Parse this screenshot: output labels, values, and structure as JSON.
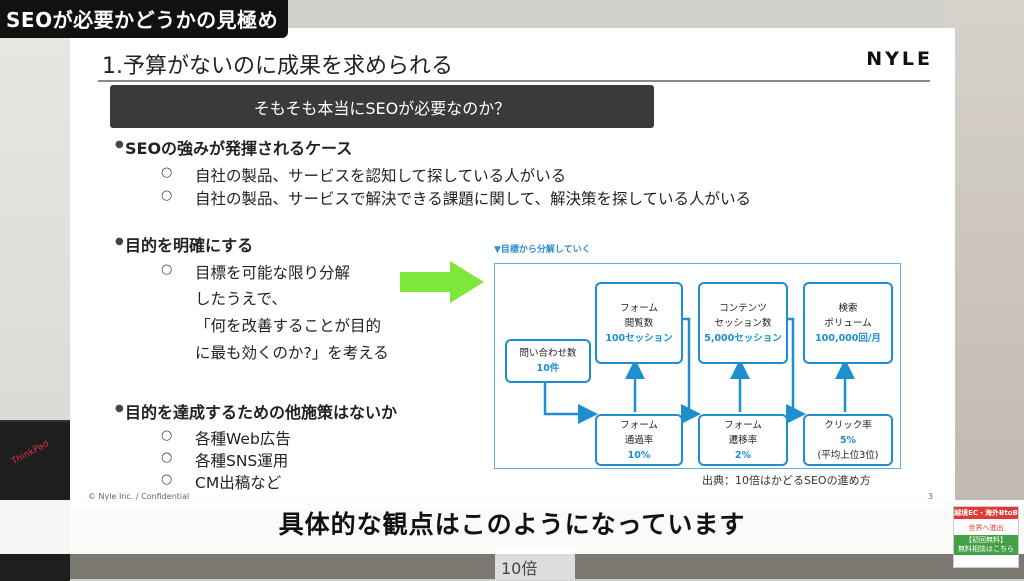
{
  "video": {
    "corner_title": "SEOが必要かどうかの見極め",
    "subtitle": "具体的な観点はこのようになっています"
  },
  "slide": {
    "title": "1.予算がないのに成果を求められる",
    "logo": "NYLE",
    "question": "そもそも本当にSEOが必要なのか？",
    "sections": [
      {
        "heading": "SEOの強みが発揮されるケース",
        "items": [
          "自社の製品、サービスを認知して探している人がいる",
          "自社の製品、サービスで解決できる課題に関して、解決策を探している人がいる"
        ]
      },
      {
        "heading": "目的を明確にする",
        "item_lines": [
          "目標を可能な限り分解",
          "したうえで、",
          "「何を改善することが目的",
          "に最も効くのか?」を考える"
        ]
      },
      {
        "heading": "目的を達成するための他施策はないか",
        "items": [
          "各種Web広告",
          "各種SNS運用",
          "CM出稿など"
        ]
      }
    ],
    "diagram": {
      "caption": "▼目標から分解していく",
      "nodes": [
        {
          "label": "問い合わせ数",
          "value": "10件"
        },
        {
          "label": "フォーム\n閲覧数",
          "value": "100セッション"
        },
        {
          "label": "フォーム\n通過率",
          "value": "10%"
        },
        {
          "label": "コンテンツ\nセッション数",
          "value": "5,000セッション"
        },
        {
          "label": "フォーム\n遷移率",
          "value": "2%"
        },
        {
          "label": "検索\nボリューム",
          "value": "100,000回/月"
        },
        {
          "label": "クリック率",
          "value": "5%"
        },
        {
          "label": "(平均上位3位)",
          "value": ""
        }
      ],
      "source": "出典：10倍はかどるSEOの進め方"
    },
    "footer": "© Nyle Inc. / Confidential",
    "page_number": "3"
  },
  "overlay": {
    "laptop_brand": "ThinkPad",
    "book_text": "10倍",
    "promo": {
      "top": "越境EC・海外BtoB",
      "mid": "世界へ進出",
      "bottom_1": "【初回無料】",
      "bottom_2": "無料相談はこちら"
    }
  },
  "colors": {
    "accent_blue": "#1d8ed0",
    "arrow_green": "#7ee83a",
    "question_bar": "#3a3a3a"
  }
}
